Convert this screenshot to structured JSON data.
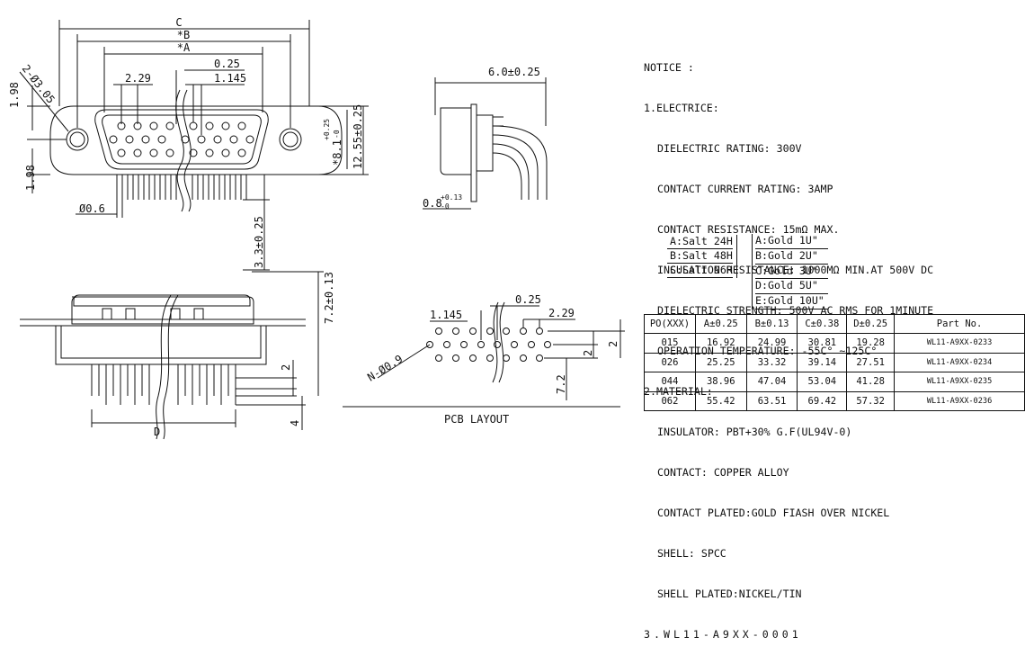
{
  "dims": {
    "C": "C",
    "B": "*B",
    "A": "*A",
    "d025": "0.25",
    "d229": "2.29",
    "d1145": "1.145",
    "d198_top": "1.98",
    "d198_bot": "1.98",
    "hole": "2-Ø3.05",
    "height1255": "12.55±0.25",
    "height81_main": "*8.1",
    "height81_tol_plus": "+0.25",
    "height81_tol_minus": "-0",
    "pin_dia": "Ø0.6",
    "pin_len": "3.3±0.25",
    "side_width": "6.0±0.25",
    "side_pin_main": "0.8",
    "side_pin_plus": "+0.13",
    "side_pin_minus": "-0",
    "front_height": "7.2±0.13",
    "front_2": "2",
    "front_4": "4",
    "front_D": "D",
    "pcb_1145": "1.145",
    "pcb_025": "0.25",
    "pcb_229": "2.29",
    "pcb_holes": "N-Ø0.9",
    "pcb_2a": "2",
    "pcb_2b": "2",
    "pcb_72": "7.2",
    "pcb_title": "PCB LAYOUT"
  },
  "notes": {
    "title": "NOTICE :",
    "electric_header": "1.ELECTRICE:",
    "electric": [
      "DIELECTRIC RATING: 300V",
      "CONTACT CURRENT RATING: 3AMP",
      "CONTACT RESISTANCE: 15mΩ MAX.",
      "INSULATION RESISTANCE: 1000MΩ MIN.AT 500V DC",
      "DIELECTRIC STRENGTH: 500V AC RMS FOR 1MINUTE",
      "OPERATION TEMPERATURE: -55C° ~125C°"
    ],
    "material_header": "2.MATERIAL:",
    "material": [
      "INSULATOR: PBT+30% G.F(UL94V-0)",
      "CONTACT: COPPER ALLOY",
      "CONTACT PLATED:GOLD FIASH OVER NICKEL",
      "SHELL: SPCC",
      "SHELL PLATED:NICKEL/TIN"
    ],
    "code": "3.WL11-A9XX-0001",
    "salt": [
      "A:Salt 24H",
      "B:Salt 48H",
      "C:Salt 96H"
    ],
    "gold": [
      "A:Gold 1U\"",
      "B:Gold 2U\"",
      "C:Gold 3U\"",
      "D:Gold 5U\"",
      "E:Gold 10U\""
    ]
  },
  "table": {
    "headers": [
      "PO(XXX)",
      "A±0.25",
      "B±0.13",
      "C±0.38",
      "D±0.25",
      "Part No."
    ],
    "rows": [
      [
        "015",
        "16.92",
        "24.99",
        "30.81",
        "19.28",
        "WL11-A9XX-0233"
      ],
      [
        "026",
        "25.25",
        "33.32",
        "39.14",
        "27.51",
        "WL11-A9XX-0234"
      ],
      [
        "044",
        "38.96",
        "47.04",
        "53.04",
        "41.28",
        "WL11-A9XX-0235"
      ],
      [
        "062",
        "55.42",
        "63.51",
        "69.42",
        "57.32",
        "WL11-A9XX-0236"
      ]
    ]
  }
}
